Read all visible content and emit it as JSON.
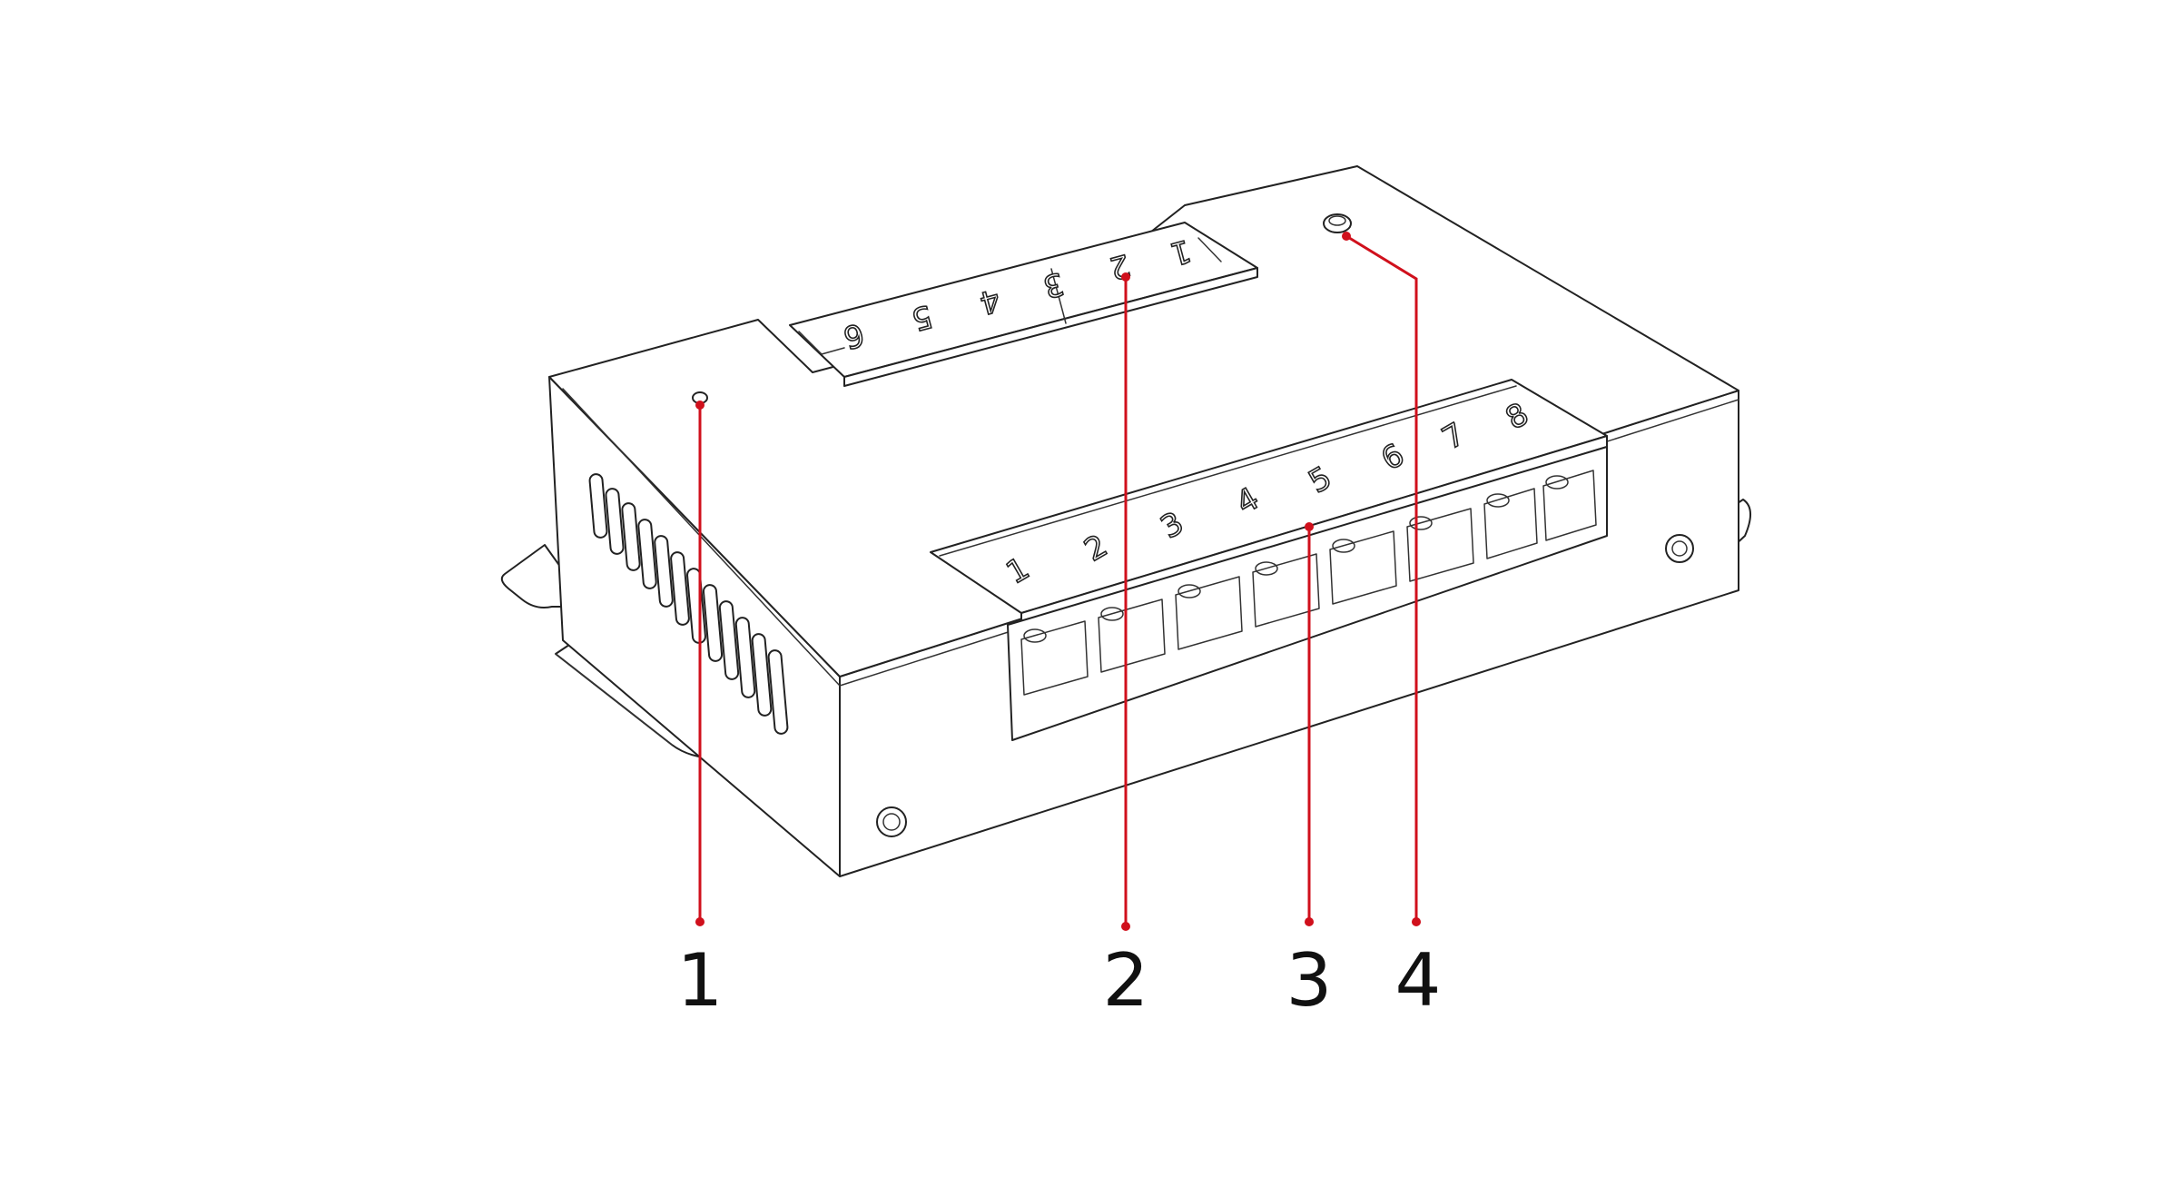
{
  "diagram": {
    "colors": {
      "outline": "#222222",
      "leader": "#d0101c",
      "background": "#ffffff"
    },
    "front_port_labels": [
      "1",
      "2",
      "3",
      "4",
      "5",
      "6",
      "7",
      "8"
    ],
    "back_port_labels": [
      "1",
      "2",
      "3",
      "4",
      "5",
      "6"
    ],
    "callouts": [
      {
        "id": "1",
        "label": "1"
      },
      {
        "id": "2",
        "label": "2"
      },
      {
        "id": "3",
        "label": "3"
      },
      {
        "id": "4",
        "label": "4"
      }
    ]
  }
}
